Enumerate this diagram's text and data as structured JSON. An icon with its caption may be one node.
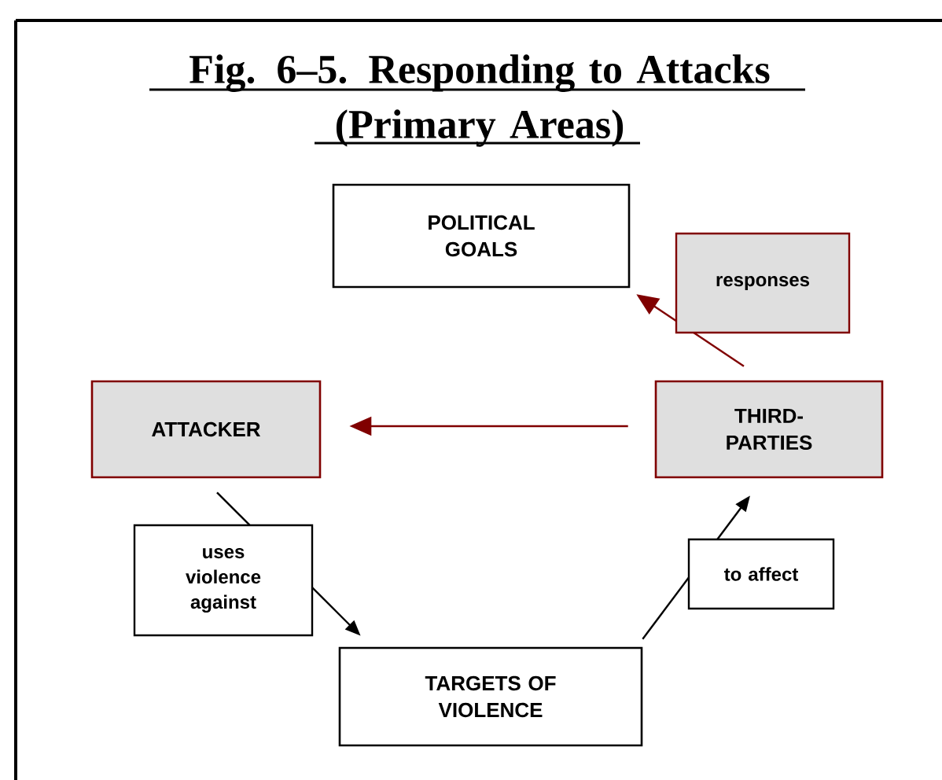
{
  "diagram": {
    "title": "Fig. 6–5. Responding to Attacks (Primary Areas)",
    "nodes": [
      {
        "text": [
          "POLITICAL GOALS"
        ]
      },
      {
        "text": [
          "ATTACKER"
        ]
      },
      {
        "text": [
          "THIRD-PARTIES"
        ]
      },
      {
        "text": [
          "TARGETS OF VIOLENCE"
        ]
      }
    ],
    "edges": [
      {
        "from": 1,
        "to": 3,
        "arrow": "to",
        "label": "uses violence against"
      },
      {
        "from": 3,
        "to": 2,
        "arrow": "to",
        "label": "to affect"
      },
      {
        "from": 2,
        "to": 0,
        "arrow": "to",
        "label": "responses",
        "color": "#800000"
      },
      {
        "from": 2,
        "to": 1,
        "arrow": "to",
        "color": "#800000"
      }
    ]
  }
}
